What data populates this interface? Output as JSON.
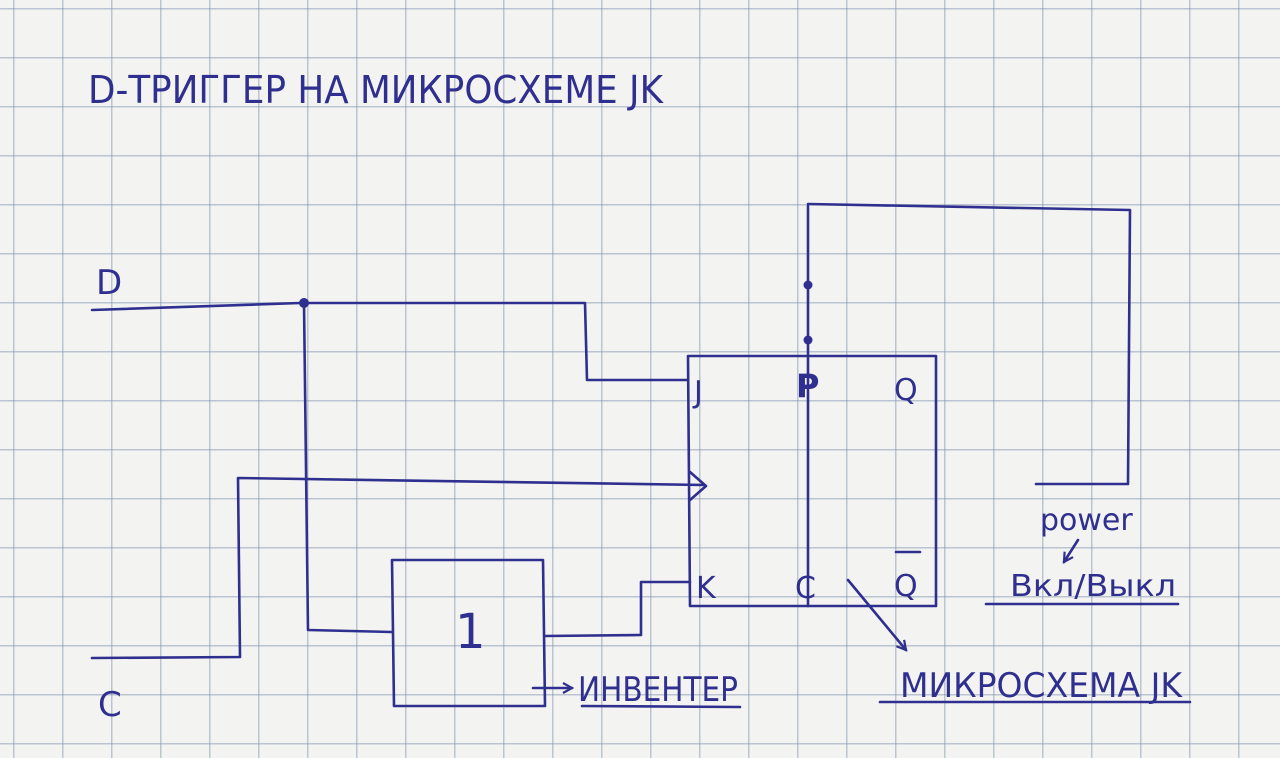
{
  "title": "D-ТРИГГЕР НА МИКРОСХЕМЕ JK",
  "inputs": {
    "d": "D",
    "c": "C"
  },
  "inverter": {
    "symbol": "1",
    "caption": "ИНВЕНТЕР"
  },
  "jk_chip": {
    "pin_j": "J",
    "pin_k": "K",
    "pin_p": "P",
    "pin_c": "C",
    "pin_q": "Q",
    "pin_qbar": "Q",
    "caption": "МИКРОСХЕМА JK"
  },
  "power": {
    "label": "power",
    "switch": "Вкл/Выкл"
  },
  "colors": {
    "ink": "#2f2f8f",
    "paper": "#f3f3f1",
    "grid": "#8c9ab0"
  }
}
